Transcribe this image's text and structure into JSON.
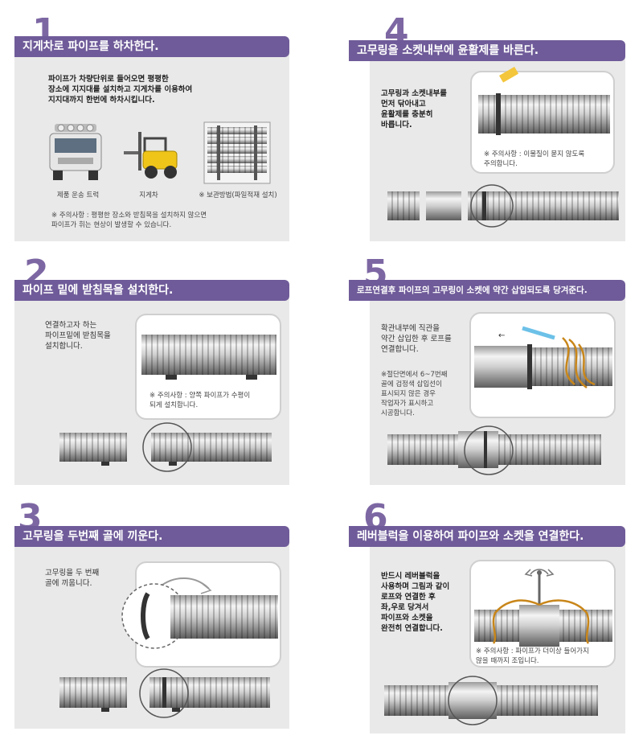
{
  "steps": [
    {
      "num": "1",
      "title": "지게차로 파이프를 하차한다.",
      "desc": "파이프가 차량단위로 들어오면 평평한\n장소에 지지대를 설치하고 지게차를 이용하여\n지지대까지 한번에 하차시킵니다.",
      "captions": [
        "제품 운송 트럭",
        "지게차",
        "※ 보관방법(파일적재 설치)"
      ],
      "note": "※ 주의사항 : 평평한 장소와 받침목을 설치하지 않으면\n파이프가 휘는 현상이 발생할 수 있습니다."
    },
    {
      "num": "2",
      "title": "파이프 밑에 받침목을 설치한다.",
      "desc": "연결하고자 하는\n파이프밑에 받침목을\n설치합니다.",
      "note": "※ 주의사항 : 양쪽 파이프가 수평이\n되게 설치합니다."
    },
    {
      "num": "3",
      "title": "고무링을 두번째 골에 끼운다.",
      "desc": "고무링을 두 번째\n골에 끼웁니다."
    },
    {
      "num": "4",
      "title": "고무링을 소켓내부에 윤활제를 바른다.",
      "desc": "고무링과 소켓내부를\n먼저 닦아내고\n윤활제를 충분히\n바릅니다.",
      "note": "※ 주의사항 : 이물질이 묻지 않도록\n주의합니다."
    },
    {
      "num": "5",
      "title": "로프연결후 파이프의 고무링이 소켓에 약간 삽입되도록 당겨준다.",
      "desc": "확관내부에 직관을\n약간 삽입한 후 로프를\n연결합니다.",
      "note": "※절단면에서 6~7번째\n골에 검정색 삽입선이\n표시되지 않은 경우\n작업자가 표시하고\n시공합니다."
    },
    {
      "num": "6",
      "title": "레버블럭을 이용하여 파이프와 소켓을 연결한다.",
      "desc": "반드시 레버블럭을\n사용하며 그림과 같이\n로프와 연결한 후\n좌,우로 당겨서\n파이프와 소켓을\n완전히 연결합니다.",
      "note": "※ 주의사항 : 파이프가 더이상 들어가지\n않을 때까지 조입니다."
    }
  ],
  "colors": {
    "accent": "#6f5b99",
    "number": "#7d67a3",
    "panel": "#e9e9e9"
  }
}
